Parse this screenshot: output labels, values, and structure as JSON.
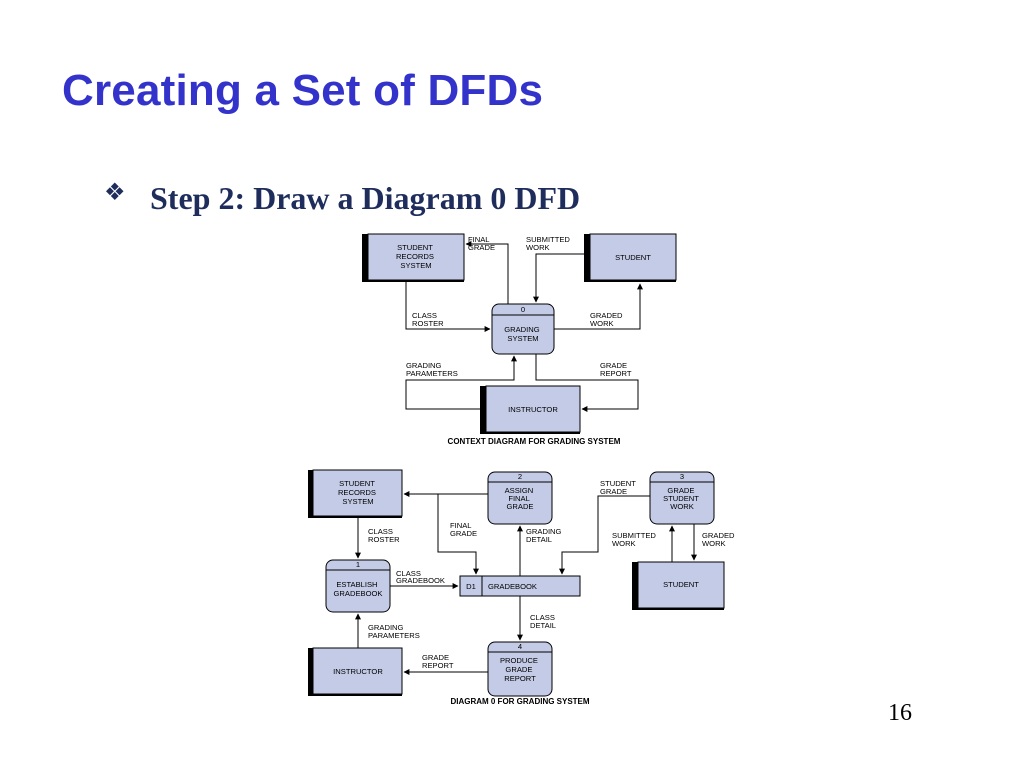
{
  "title": "Creating a Set of DFDs",
  "bullet": {
    "icon": "diamond-bullet-icon",
    "text": "Step 2: Draw a Diagram 0 DFD"
  },
  "page_number": "16",
  "context": {
    "entity_student_records": [
      "STUDENT",
      "RECORDS",
      "SYSTEM"
    ],
    "entity_student": [
      "STUDENT"
    ],
    "entity_instructor": [
      "INSTRUCTOR"
    ],
    "process_id": "0",
    "process_name": [
      "GRADING",
      "SYSTEM"
    ],
    "flow_final_grade": [
      "FINAL",
      "GRADE"
    ],
    "flow_submitted_work": [
      "SUBMITTED",
      "WORK"
    ],
    "flow_class_roster": [
      "CLASS",
      "ROSTER"
    ],
    "flow_graded_work": [
      "GRADED",
      "WORK"
    ],
    "flow_grading_parameters": [
      "GRADING",
      "PARAMETERS"
    ],
    "flow_grade_report": [
      "GRADE",
      "REPORT"
    ],
    "caption": "CONTEXT DIAGRAM FOR GRADING SYSTEM"
  },
  "diagram0": {
    "entity_student_records": [
      "STUDENT",
      "RECORDS",
      "SYSTEM"
    ],
    "entity_student": [
      "STUDENT"
    ],
    "entity_instructor": [
      "INSTRUCTOR"
    ],
    "p1_id": "1",
    "p1_name": [
      "ESTABLISH",
      "GRADEBOOK"
    ],
    "p2_id": "2",
    "p2_name": [
      "ASSIGN",
      "FINAL",
      "GRADE"
    ],
    "p3_id": "3",
    "p3_name": [
      "GRADE",
      "STUDENT",
      "WORK"
    ],
    "p4_id": "4",
    "p4_name": [
      "PRODUCE",
      "GRADE",
      "REPORT"
    ],
    "store_id": "D1",
    "store_name": "GRADEBOOK",
    "flow_class_roster": [
      "CLASS",
      "ROSTER"
    ],
    "flow_final_grade": [
      "FINAL",
      "GRADE"
    ],
    "flow_grading_detail": [
      "GRADING",
      "DETAIL"
    ],
    "flow_student_grade": [
      "STUDENT",
      "GRADE"
    ],
    "flow_submitted_work": [
      "SUBMITTED",
      "WORK"
    ],
    "flow_graded_work": [
      "GRADED",
      "WORK"
    ],
    "flow_class_gradebook": [
      "CLASS",
      "GRADEBOOK"
    ],
    "flow_grading_parameters": [
      "GRADING",
      "PARAMETERS"
    ],
    "flow_class_detail": [
      "CLASS",
      "DETAIL"
    ],
    "flow_grade_report": [
      "GRADE",
      "REPORT"
    ],
    "caption": "DIAGRAM 0 FOR GRADING SYSTEM"
  }
}
